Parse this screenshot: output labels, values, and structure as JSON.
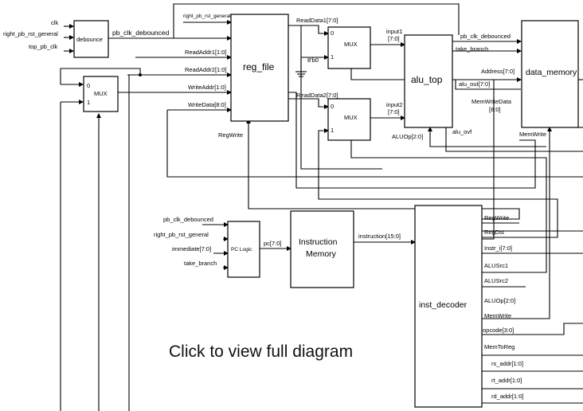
{
  "overlay_text": "Click to view full diagram",
  "blocks": {
    "debounce": "debounce",
    "mux_left": "MUX",
    "reg_file": "reg_file",
    "mux_top": "MUX",
    "mux_bottom": "MUX",
    "alu_top": "alu_top",
    "data_memory": "data_memory",
    "pc_logic": "PC Logic",
    "instruction_memory_line1": "Instruction",
    "instruction_memory_line2": "Memory",
    "inst_decoder": "inst_decoder"
  },
  "labels": {
    "clk": "clk",
    "right_pb_rst_general": "right_pb_rst_general",
    "top_pb_clk": "top_pb_clk",
    "pb_clk_debounced": "pb_clk_debounced",
    "right_pb_rst_general_small": "right_pb_rst_general",
    "read_addr1": "ReadAddr1[1:0]",
    "read_addr2": "ReadAddr2[1:0]",
    "write_addr": "WriteAddr[1:0]",
    "write_data": "WriteData[8:0]",
    "reg_write": "RegWrite",
    "read_data1": "ReadData1[7:0]",
    "read_data2": "ReadData2[7:0]",
    "mux_zero": "0",
    "mux_one": "1",
    "const_8b0": "8'b0",
    "input1": "input1",
    "input1_bits": "[7:0]",
    "input2": "input2",
    "input2_bits": "[7:0]",
    "aluop_alu": "ALUOp[2:0]",
    "alu_ovf": "alu_ovf",
    "dm_pb_clk_debounced": "pb_clk_debounced",
    "take_branch": "take_branch",
    "address": "Address[7:0]",
    "alu_out": "alu_out[7:0]",
    "mem_write_data": "MemWriteData",
    "mem_write_data_bits": "[8:0]",
    "mem_write_dm": "MemWrite",
    "pcl_pb_clk_debounced": "pb_clk_debounced",
    "pcl_right_pb_rst_general": "right_pb_rst_general",
    "immediate": "immediate[7:0]",
    "pcl_take_branch": "take_branch",
    "pc": "pc[7:0]",
    "instruction": "instruction[15:0]",
    "dec_out": [
      "RegWrite",
      "RegDst",
      "Instr_i[7:0]",
      "ALUSrc1",
      "ALUSrc2",
      "ALUOp[2:0]",
      "MemWrite",
      "opcode[3:0]",
      "MemToReg",
      "rs_addr[1:0]",
      "rt_addr[1:0]",
      "rd_addr[1:0]"
    ]
  }
}
